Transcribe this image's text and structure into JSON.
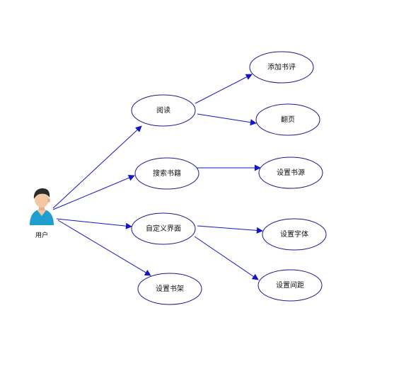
{
  "diagram": {
    "actor": {
      "label": "用户"
    },
    "nodes": {
      "read": "阅读",
      "add_review": "添加书评",
      "turn_page": "翻页",
      "search_books": "搜索书籍",
      "set_source": "设置书源",
      "custom_ui": "自定义界面",
      "set_font": "设置字体",
      "set_spacing": "设置间距",
      "set_shelf": "设置书架"
    }
  },
  "colors": {
    "ellipse_stroke": "#1a1a8c",
    "edge": "#1515c8",
    "arrowhead": "#1515c8",
    "actor_shirt": "#1e9fd0",
    "actor_hair": "#2b2b2b",
    "actor_skin": "#f4c7a4"
  },
  "icons": {
    "actor": "user-person-icon"
  }
}
